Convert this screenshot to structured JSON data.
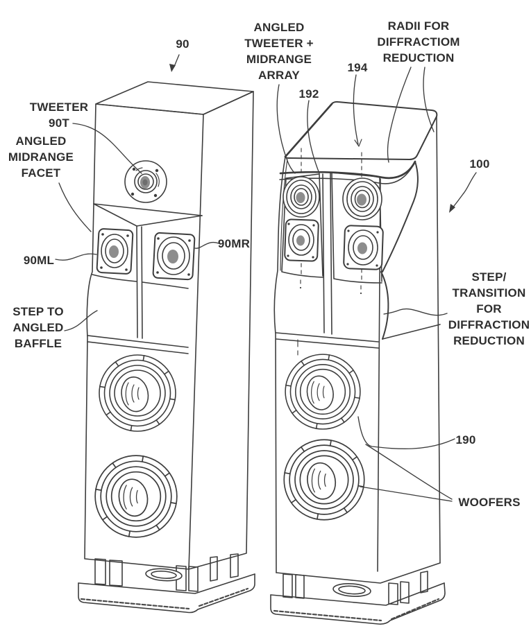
{
  "figure": {
    "background": "#ffffff",
    "ink_color": "#3d3d3d",
    "left_speaker_reference": "90",
    "right_speaker_reference": "100",
    "labels": {
      "ref90": "90",
      "tweeter": {
        "lines": [
          "TWEETER",
          "90T"
        ]
      },
      "angled_midrange_facet": {
        "lines": [
          "ANGLED",
          "MIDRANGE",
          "FACET"
        ]
      },
      "ref90ml": "90ML",
      "ref90mr": "90MR",
      "step_to_angled_baffle": {
        "lines": [
          "STEP TO",
          "ANGLED",
          "BAFFLE"
        ]
      },
      "angled_tweeter_midrange_array": {
        "lines": [
          "ANGLED",
          "TWEETER +",
          "MIDRANGE",
          "ARRAY"
        ]
      },
      "ref192": "192",
      "ref194": "194",
      "radii_for_diffraction_reduction": {
        "lines": [
          "RADII FOR",
          "DIFFRACTIOM",
          "REDUCTION"
        ]
      },
      "ref100": "100",
      "step_transition_for_diffraction_reduction": {
        "lines": [
          "STEP/",
          "TRANSITION",
          "FOR",
          "DIFFRACTION",
          "REDUCTION"
        ]
      },
      "ref190": "190",
      "woofers": "WOOFERS"
    }
  }
}
